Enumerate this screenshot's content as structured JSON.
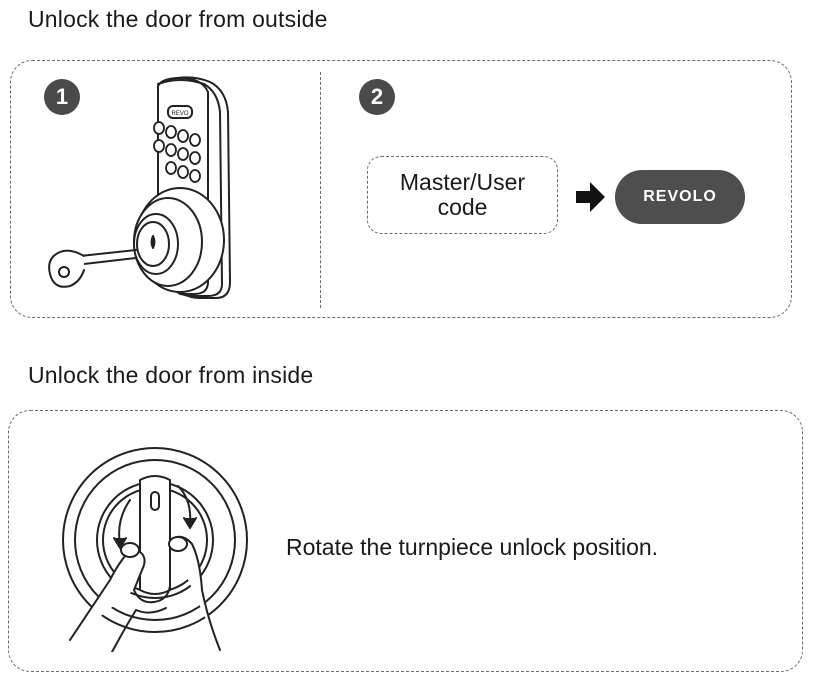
{
  "sections": {
    "outside": {
      "title": "Unlock the door from outside",
      "steps": [
        {
          "number": "1",
          "icon": "keyed-deadbolt-lock-icon"
        },
        {
          "number": "2",
          "code_label_line1": "Master/User",
          "code_label_line2": "code",
          "arrow_icon": "right-arrow-icon",
          "brand_button": "REVOLO"
        }
      ]
    },
    "inside": {
      "title": "Unlock the door from inside",
      "icon": "hand-rotating-turnpiece-icon",
      "instruction": "Rotate the turnpiece unlock position."
    }
  },
  "colors": {
    "text": "#1a1a1a",
    "badge": "#4a4a4a",
    "brand_pill": "#4e4e4e",
    "dashed_border": "#6a6a6a"
  }
}
